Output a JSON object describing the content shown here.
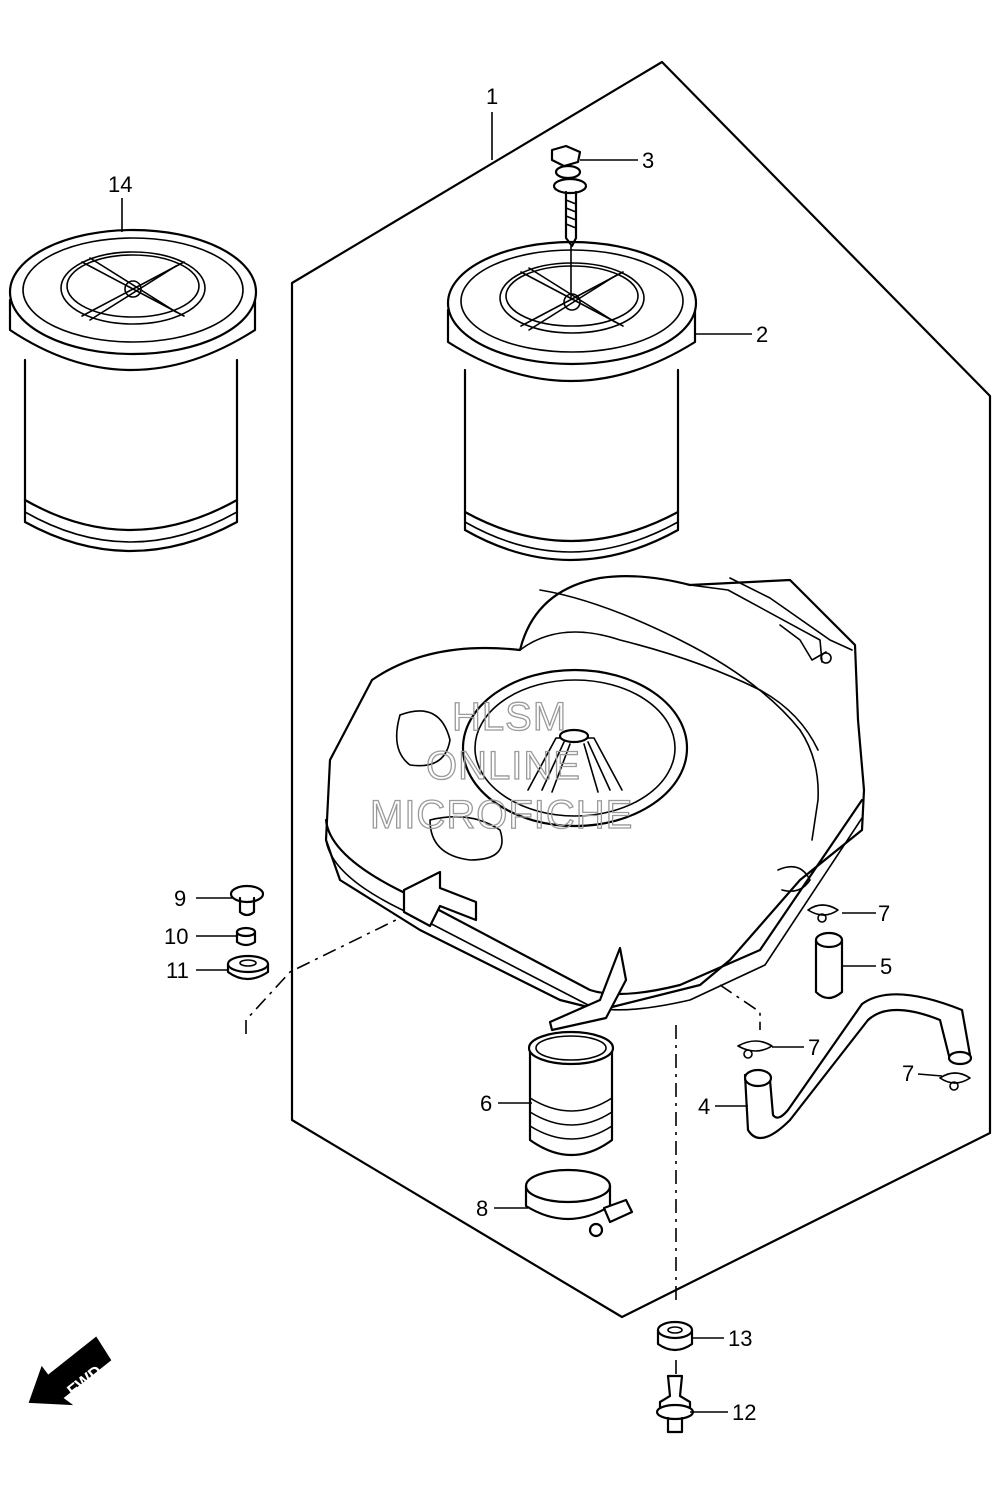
{
  "watermark": {
    "line1": "HLSM",
    "line2": "ONLINE",
    "line3": "MICROFICHE"
  },
  "direction_badge": "FWD",
  "callouts": {
    "c1": "1",
    "c2": "2",
    "c3": "3",
    "c4": "4",
    "c5": "5",
    "c6": "6",
    "c7a": "7",
    "c7b": "7",
    "c7c": "7",
    "c8": "8",
    "c9": "9",
    "c10": "10",
    "c11": "11",
    "c12": "12",
    "c13": "13",
    "c14": "14"
  }
}
